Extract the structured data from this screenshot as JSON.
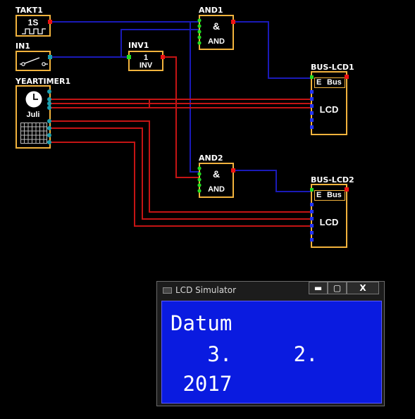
{
  "blocks": {
    "takt": {
      "name": "TAKT1",
      "text": "1S"
    },
    "in": {
      "name": "IN1"
    },
    "inv": {
      "name": "INV1",
      "top": "1",
      "bottom": "INV"
    },
    "yeartimer": {
      "name": "YEARTIMER1",
      "month": "Juli"
    },
    "and1": {
      "name": "AND1",
      "symbol": "&",
      "text": "AND"
    },
    "and2": {
      "name": "AND2",
      "symbol": "&",
      "text": "AND"
    },
    "buslcd1": {
      "name": "BUS-LCD1",
      "e": "E",
      "bus": "Bus",
      "lcd": "LCD"
    },
    "buslcd2": {
      "name": "BUS-LCD2",
      "e": "E",
      "bus": "Bus",
      "lcd": "LCD"
    }
  },
  "simulator": {
    "title": "LCD Simulator",
    "minimize": "▬",
    "restore": "▢",
    "close": "X",
    "lines": [
      "Datum",
      "   3.     2.",
      " 2017"
    ]
  },
  "colors": {
    "block_border": "#f2b33d",
    "wire_blue": "#1a1ab8",
    "wire_red": "#c41414",
    "pin_green": "#22dd22",
    "pin_teal": "#1aa0b0",
    "pin_blue": "#2233ff",
    "pin_red": "#ee1111",
    "lcd_background": "#0a1be0"
  }
}
